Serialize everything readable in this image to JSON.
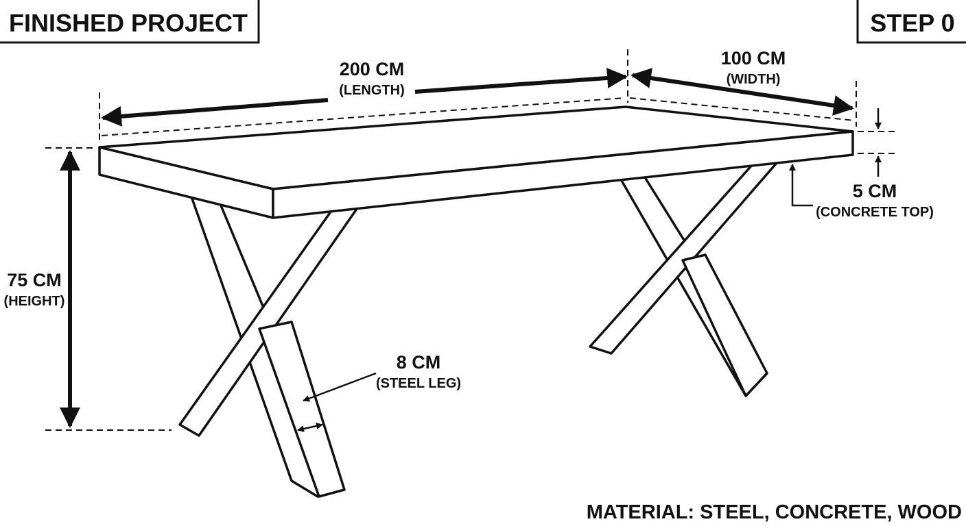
{
  "header": {
    "title": "FINISHED PROJECT",
    "step": "STEP 0"
  },
  "dimensions": {
    "length_value": "200 CM",
    "length_note": "(LENGTH)",
    "width_value": "100 CM",
    "width_note": "(WIDTH)",
    "height_value": "75 CM",
    "height_note": "(HEIGHT)",
    "top_value": "5 CM",
    "top_note": "(CONCRETE TOP)",
    "leg_value": "8 CM",
    "leg_note": "(STEEL LEG)"
  },
  "footer": {
    "materials": "MATERIAL: STEEL, CONCRETE, WOOD"
  },
  "colors": {
    "ink": "#111111",
    "paper": "#ffffff"
  }
}
